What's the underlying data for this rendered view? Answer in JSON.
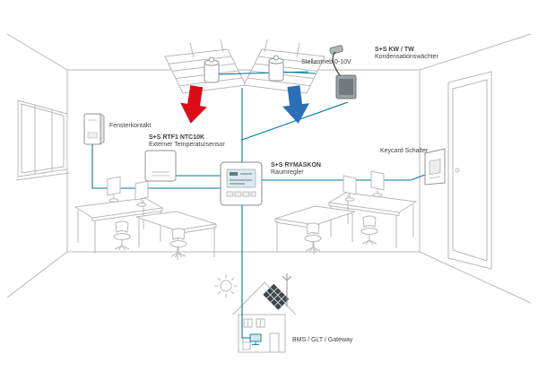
{
  "labels": {
    "stellantrieb": "Stellantrieb 0-10V",
    "kw_tw_name": "S+S KW / TW",
    "kw_tw_sub": "Kondensationswächter",
    "fensterkontakt": "Fensterkontakt",
    "rtf1_name": "S+S RTF1 NTC10K",
    "rtf1_sub": "Externer Temperatursensor",
    "rymaskon_name": "S+S RYMASKON",
    "rymaskon_sub": "Raumregler",
    "keycard": "Keycard Schalter",
    "bms": "BMS / GLT / Gateway"
  },
  "colors": {
    "line_art": "#b8b8b8",
    "connection": "#00789e",
    "arrow_warm": "#dd0b15",
    "arrow_cool": "#2a6fb7",
    "label_text": "#3f3f3f"
  }
}
